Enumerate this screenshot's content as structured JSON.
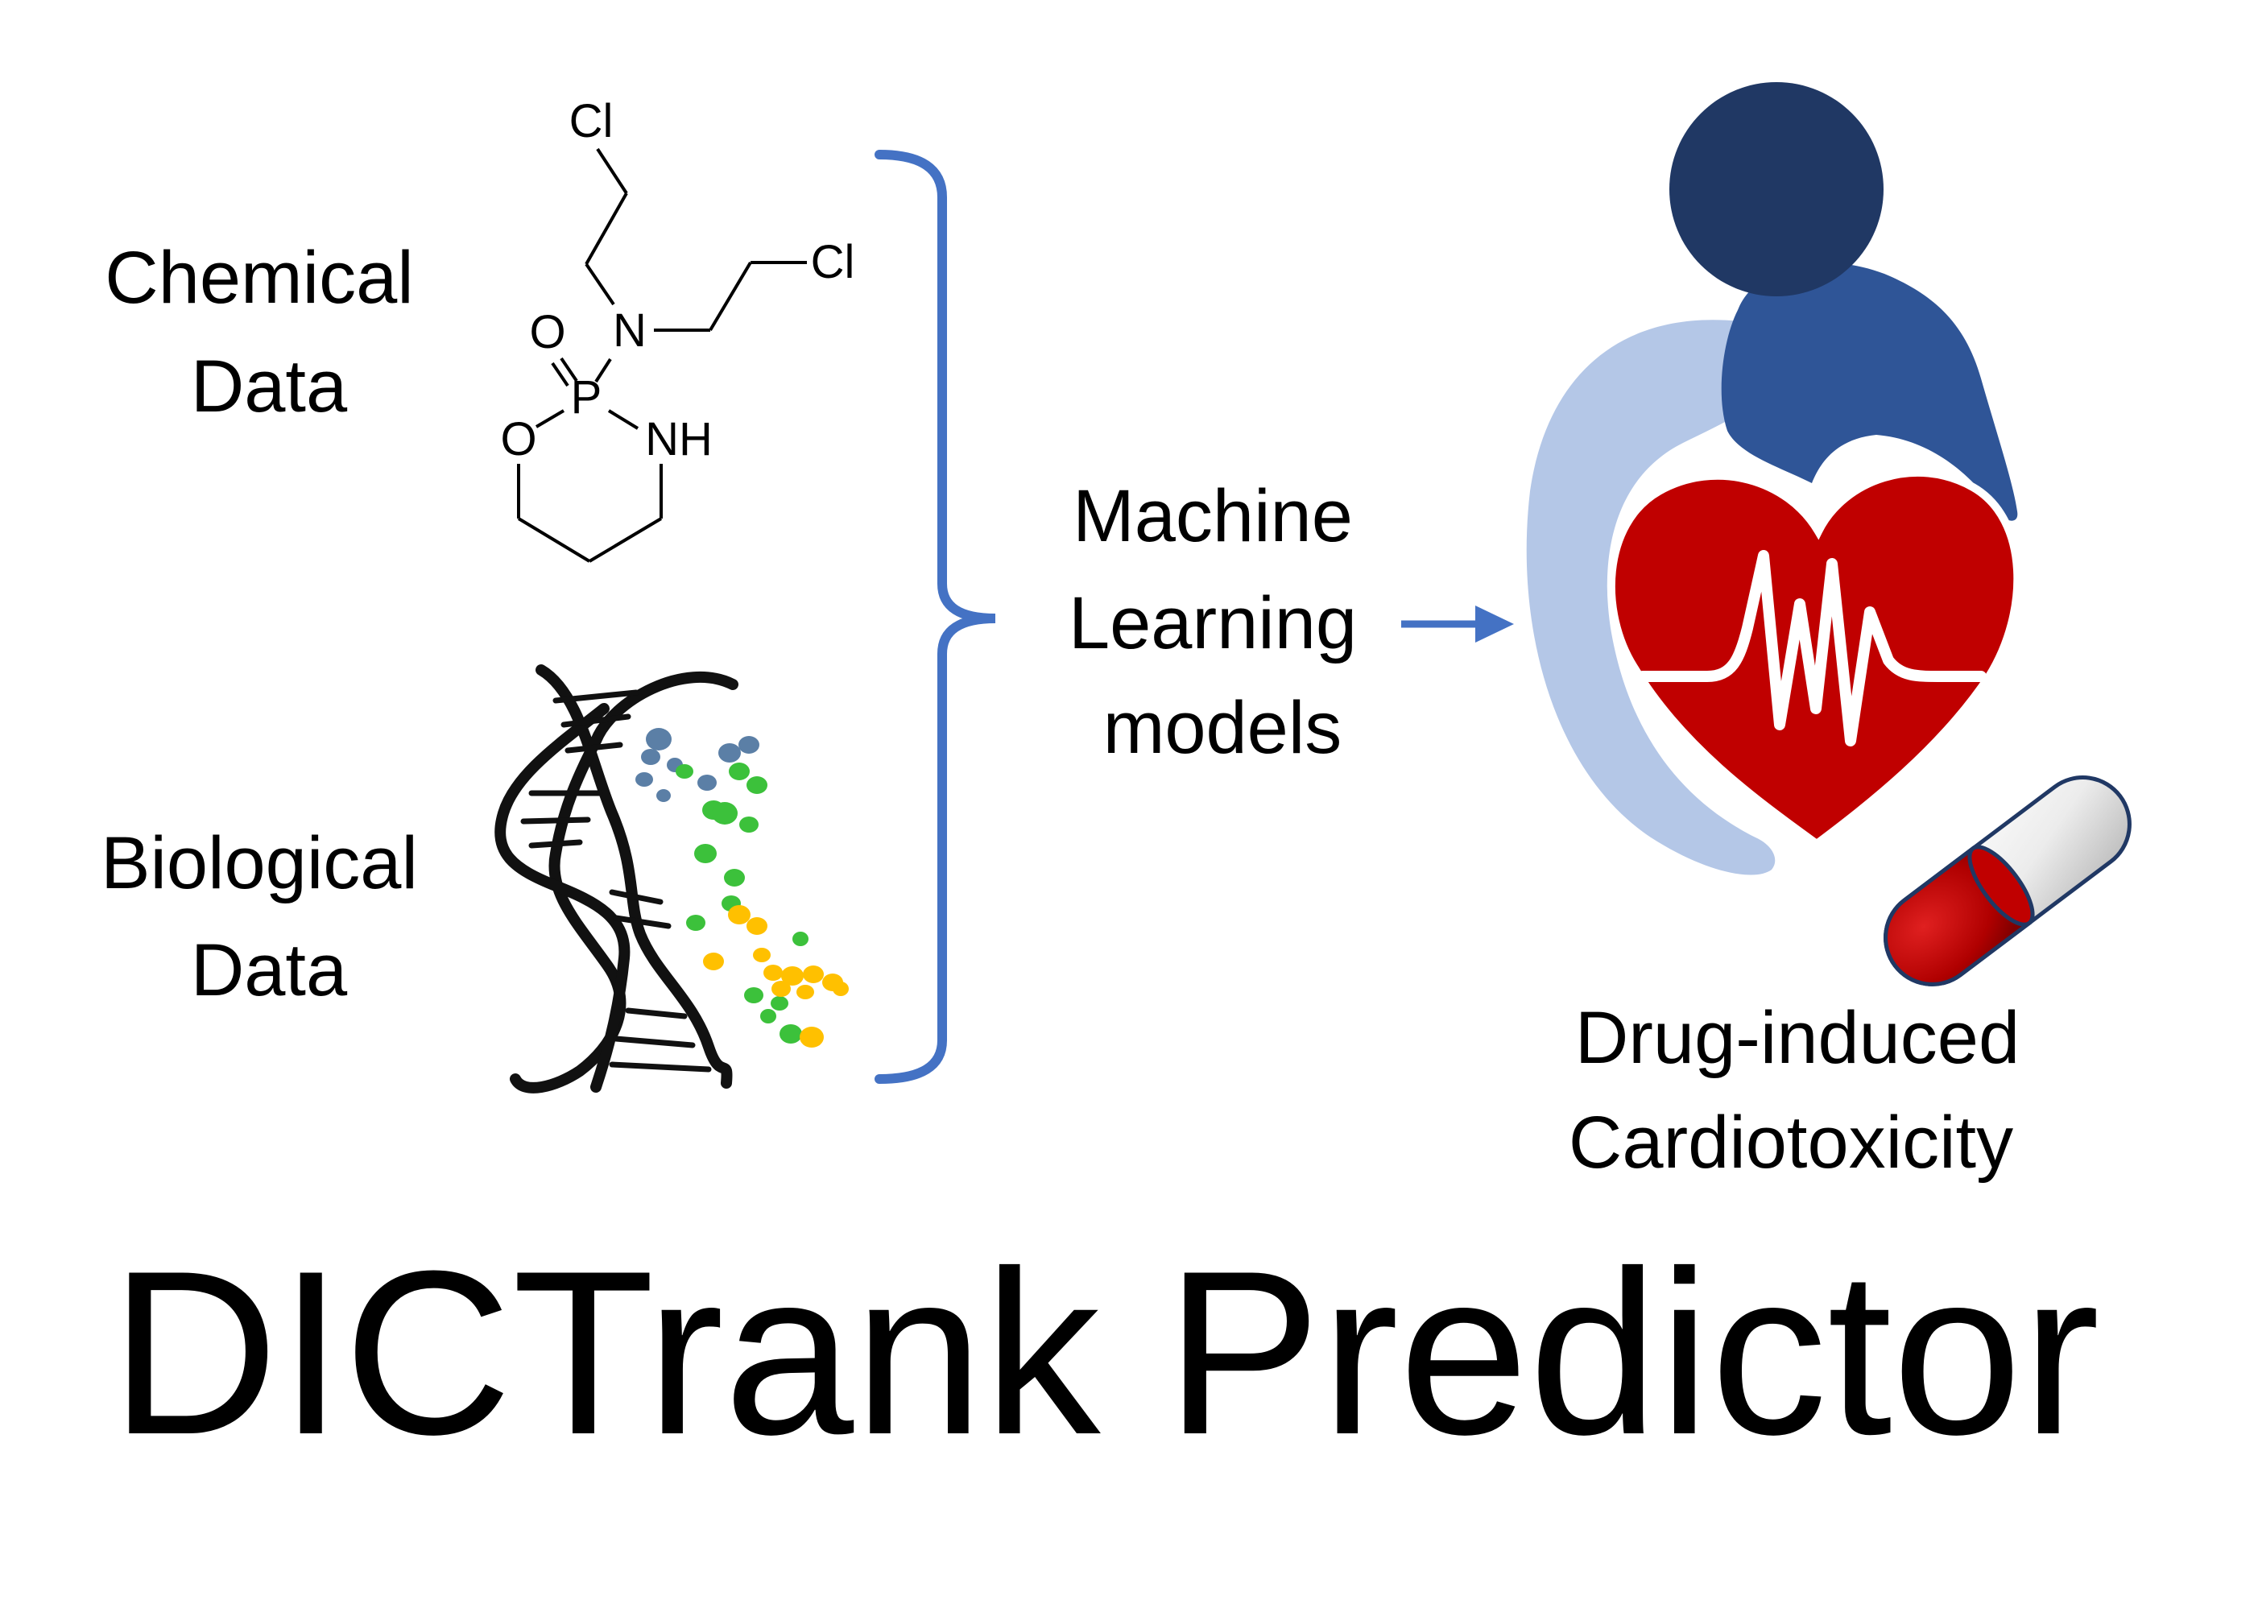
{
  "inputs": {
    "chemical": {
      "line1": "Chemical",
      "line2": "Data"
    },
    "biological": {
      "line1": "Biological",
      "line2": "Data"
    }
  },
  "molecule": {
    "atoms": {
      "cl_top": "Cl",
      "cl_right": "Cl",
      "n": "N",
      "o_double": "O",
      "p": "P",
      "nh": "NH",
      "o_ring": "O"
    }
  },
  "process": {
    "line1": "Machine",
    "line2": "Learning",
    "line3": "models"
  },
  "output": {
    "line1": "Drug-induced",
    "line2": "Cardiotoxicity"
  },
  "title": "DICTrank Predictor",
  "colors": {
    "bracket": "#4472c4",
    "arrow": "#4472c4",
    "head": "#203864",
    "body_dark": "#2f5597",
    "body_light": "#b4c7e7",
    "heart": "#c00000",
    "pill_red": "#c00000",
    "pill_white": "#e8e8e8",
    "dot_blue": "#5b7fa6",
    "dot_green": "#3cc13b",
    "dot_yellow": "#ffc000"
  }
}
